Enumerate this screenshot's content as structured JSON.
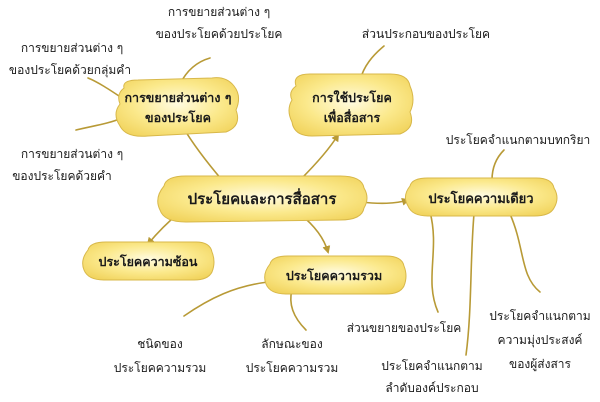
{
  "center": {
    "label": "ประโยคและการสื่อสาร"
  },
  "nodes": {
    "expand": {
      "line1": "การขยายส่วนต่าง ๆ",
      "line2": "ของประโยค"
    },
    "usage": {
      "line1": "การใช้ประโยค",
      "line2": "เพื่อสื่อสาร"
    },
    "simple": {
      "label": "ประโยคความเดียว"
    },
    "complex": {
      "label": "ประโยคความซ้อน"
    },
    "compound": {
      "label": "ประโยคความรวม"
    }
  },
  "leaves": {
    "expand_sentence": {
      "line1": "การขยายส่วนต่าง ๆ",
      "line2": "ของประโยคด้วยประโยค"
    },
    "expand_phrase": {
      "line1": "การขยายส่วนต่าง ๆ",
      "line2": "ของประโยคด้วยกลุ่มคำ"
    },
    "expand_word": {
      "line1": "การขยายส่วนต่าง ๆ",
      "line2": "ของประโยคด้วยคำ"
    },
    "components": {
      "label": "ส่วนประกอบของประโยค"
    },
    "by_verb": {
      "label": "ประโยคจำแนกตามบทกริยา"
    },
    "extension": {
      "label": "ส่วนขยายของประโยค"
    },
    "by_order": {
      "line1": "ประโยคจำแนกตาม",
      "line2": "ลำดับองค์ประกอบ"
    },
    "by_intent": {
      "line1": "ประโยคจำแนกตาม",
      "line2": "ความมุ่งประสงค์",
      "line3": "ของผู้ส่งสาร"
    },
    "compound_types": {
      "line1": "ชนิดของ",
      "line2": "ประโยคความรวม"
    },
    "compound_traits": {
      "line1": "ลักษณะของ",
      "line2": "ประโยคความรวม"
    }
  }
}
